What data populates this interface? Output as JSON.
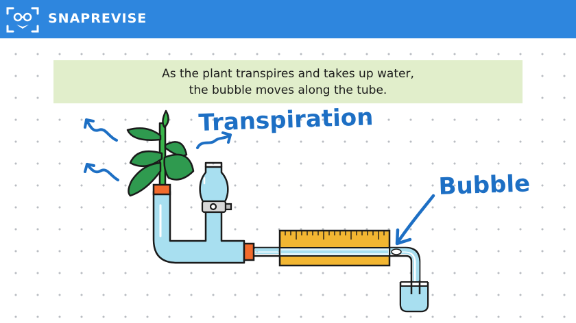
{
  "header": {
    "brand": "SNAPREVISE",
    "background_color": "#2e86de"
  },
  "caption": {
    "line1": "As the plant transpires and takes up water,",
    "line2": "the bubble moves along the tube."
  },
  "labels": {
    "transpiration": "Transpiration",
    "bubble": "Bubble"
  },
  "colors": {
    "water": "#a8dff0",
    "ruler": "#f2b632",
    "seal": "#f26b2c",
    "leaf": "#2f9a4f",
    "stem": "#39b54a",
    "caption_bg": "#e1eecb",
    "handwriting": "#1d6fc4"
  }
}
